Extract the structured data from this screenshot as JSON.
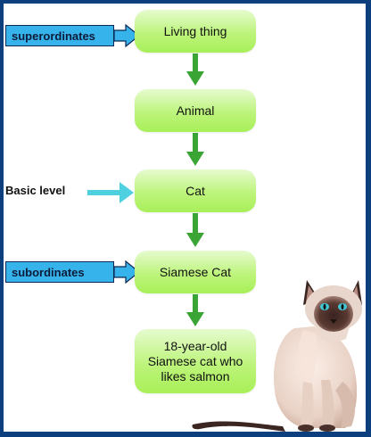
{
  "nodes": {
    "living_thing": "Living thing",
    "animal": "Animal",
    "cat": "Cat",
    "siamese_cat": "Siamese Cat",
    "specific_cat": "18-year-old\nSiamese cat who\nlikes salmon"
  },
  "labels": {
    "superordinates": "superordinates",
    "basic_level": "Basic level",
    "subordinates": "subordinates"
  },
  "colors": {
    "frame": "#0c3f7d",
    "node_fill": "#bdf47b",
    "flow_arrow": "#3aa435",
    "label_fill": "#36b3ea",
    "basic_arrow": "#4fd0e0"
  },
  "image": {
    "icon": "siamese-cat-illustration"
  }
}
